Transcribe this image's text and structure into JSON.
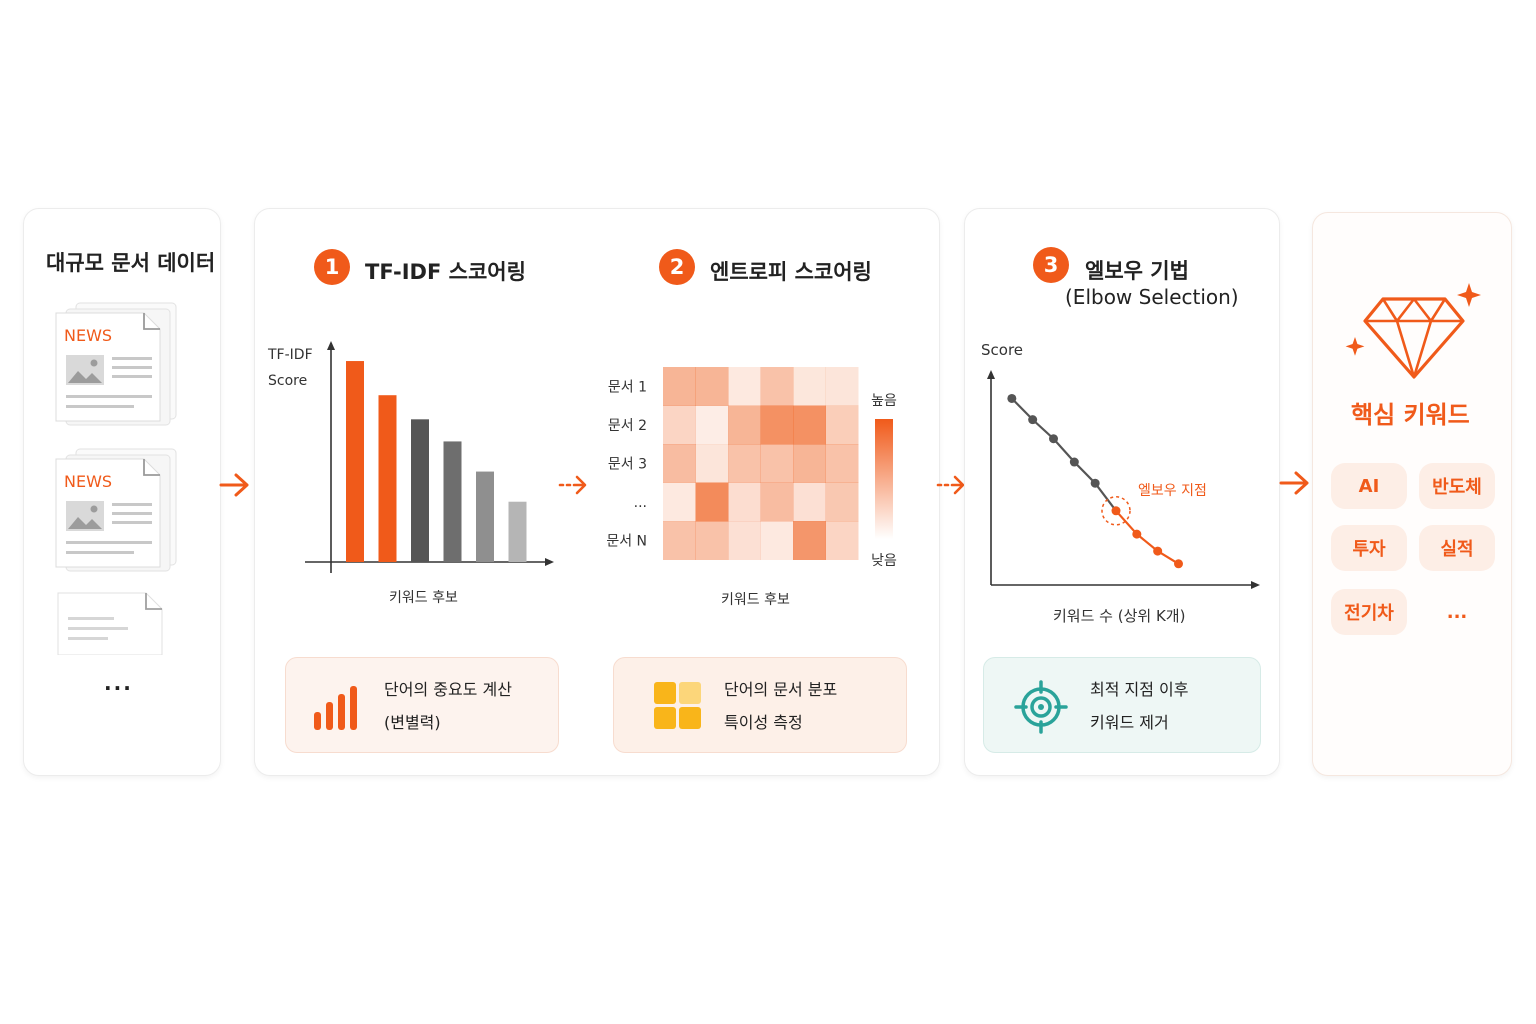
{
  "input": {
    "title": "대규모 문서 데이터",
    "doc_badge": "NEWS",
    "more": "..."
  },
  "step1": {
    "number": "1",
    "title": "TF-IDF 스코어링",
    "ylabel_line1": "TF-IDF",
    "ylabel_line2": "Score",
    "xlabel": "키워드 후보",
    "info_line1": "단어의 중요도 계산",
    "info_line2": "(변별력)"
  },
  "step2": {
    "number": "2",
    "title": "엔트로피 스코어링",
    "rows": [
      "문서 1",
      "문서 2",
      "문서 3",
      "...",
      "문서 N"
    ],
    "legend_high": "높음",
    "legend_low": "낮음",
    "xlabel": "키워드 후보",
    "info_line1": "단어의 문서 분포",
    "info_line2": "특이성 측정"
  },
  "step3": {
    "number": "3",
    "title": "엘보우 기법",
    "subtitle": "(Elbow Selection)",
    "ylabel": "Score",
    "xlabel": "키워드 수 (상위 K개)",
    "elbow_label": "엘보우 지점",
    "info_line1": "최적 지점 이후",
    "info_line2": "키워드 제거"
  },
  "output": {
    "title": "핵심 키워드",
    "keywords": [
      "AI",
      "반도체",
      "투자",
      "실적",
      "전기차"
    ],
    "more": "..."
  },
  "colors": {
    "accent": "#f05a1a",
    "dark_bar": "#555555",
    "teal": "#2aa39a"
  },
  "icons": {
    "doc": "news-document-icon",
    "bars": "bar-chart-icon",
    "grid": "grid-icon",
    "target": "target-icon",
    "diamond": "diamond-icon",
    "sparkle": "sparkle-icon",
    "arrow": "arrow-right-icon"
  },
  "chart_data": [
    {
      "type": "bar",
      "xlabel": "키워드 후보",
      "ylabel": "TF-IDF Score",
      "categories": [
        "",
        "",
        "",
        "",
        "",
        ""
      ],
      "values": [
        100,
        83,
        71,
        60,
        45,
        30
      ],
      "bar_colors": [
        "#f05a1a",
        "#f05a1a",
        "#555555",
        "#6e6e6e",
        "#8f8f8f",
        "#b5b5b5"
      ],
      "ylim": [
        0,
        105
      ]
    },
    {
      "type": "heatmap",
      "xlabel": "키워드 후보",
      "rows": [
        "문서 1",
        "문서 2",
        "문서 3",
        "...",
        "문서 N"
      ],
      "columns": 6,
      "values": [
        [
          0.5,
          0.5,
          0.08,
          0.4,
          0.1,
          0.12
        ],
        [
          0.25,
          0.05,
          0.5,
          0.8,
          0.8,
          0.3
        ],
        [
          0.45,
          0.12,
          0.4,
          0.4,
          0.5,
          0.4
        ],
        [
          0.08,
          0.85,
          0.18,
          0.45,
          0.15,
          0.35
        ],
        [
          0.4,
          0.4,
          0.15,
          0.08,
          0.75,
          0.25
        ]
      ],
      "legend": {
        "high": "높음",
        "low": "낮음"
      }
    },
    {
      "type": "line",
      "xlabel": "키워드 수 (상위 K개)",
      "ylabel": "Score",
      "x": [
        1,
        2,
        3,
        4,
        5,
        6,
        7,
        8,
        9
      ],
      "y": [
        88,
        78,
        69,
        58,
        48,
        35,
        24,
        16,
        10
      ],
      "elbow_index": 5,
      "xlim": [
        0,
        12
      ],
      "ylim": [
        0,
        100
      ],
      "annotation": "엘보우 지점"
    }
  ]
}
